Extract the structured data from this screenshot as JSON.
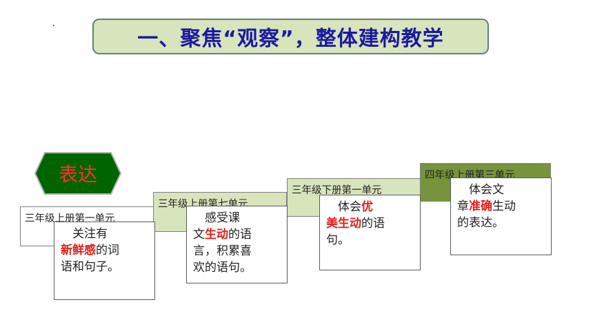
{
  "title": "一、聚焦“观察”，整体建构教学",
  "badge": {
    "label": "表达",
    "fill": "#006400",
    "stroke": "#b0b0b0"
  },
  "colors": {
    "title_bg": "#d8e4bc",
    "title_text": "#1a1aa0",
    "highlight": "#e0201a"
  },
  "steps": [
    {
      "unit": "三年级上册第一单元",
      "unit_bg": "#ffffff",
      "card_lines": [
        [
          {
            "t": "　关注有",
            "h": false
          }
        ],
        [
          {
            "t": "新鲜感",
            "h": true
          },
          {
            "t": "的词",
            "h": false
          }
        ],
        [
          {
            "t": "语和句子。",
            "h": false
          }
        ]
      ]
    },
    {
      "unit": "三年级上册第七单元",
      "unit_bg": "#d8e4bc",
      "card_lines": [
        [
          {
            "t": "　感受课",
            "h": false
          }
        ],
        [
          {
            "t": "文",
            "h": false
          },
          {
            "t": "生动",
            "h": true
          },
          {
            "t": "的语",
            "h": false
          }
        ],
        [
          {
            "t": "言，积累喜",
            "h": false
          }
        ],
        [
          {
            "t": "欢的语句。",
            "h": false
          }
        ]
      ]
    },
    {
      "unit": "三年级下册第一单元",
      "unit_bg": "#d8e4bc",
      "card_lines": [
        [
          {
            "t": "　体会",
            "h": false
          },
          {
            "t": "优",
            "h": true
          }
        ],
        [
          {
            "t": "美生动",
            "h": true
          },
          {
            "t": "的语",
            "h": false
          }
        ],
        [
          {
            "t": "句。",
            "h": false
          }
        ]
      ]
    },
    {
      "unit": "四年级上册第三单元",
      "unit_bg": "#77933c",
      "card_lines": [
        [
          {
            "t": "　体会文",
            "h": false
          }
        ],
        [
          {
            "t": "章",
            "h": false
          },
          {
            "t": "准确",
            "h": true
          },
          {
            "t": "生动",
            "h": false
          }
        ],
        [
          {
            "t": "的表达。",
            "h": false
          }
        ]
      ]
    }
  ]
}
